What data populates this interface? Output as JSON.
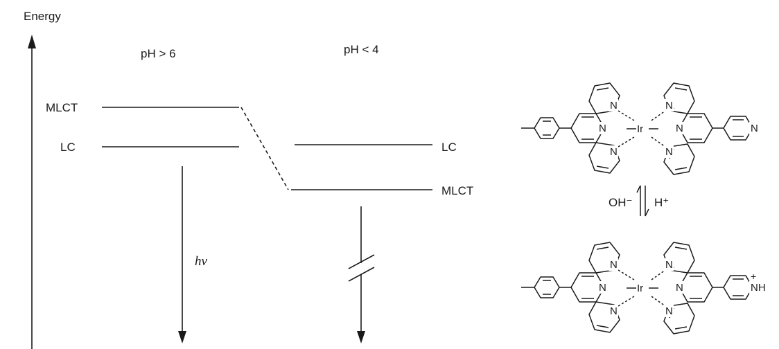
{
  "diagram": {
    "axis_label": "Energy",
    "column_left": "pH > 6",
    "column_right": "pH < 4",
    "levels_left": {
      "upper": "MLCT",
      "lower": "LC"
    },
    "levels_right": {
      "upper": "LC",
      "lower": "MLCT"
    },
    "transition_label": "hν"
  },
  "structures": {
    "metal": "Ir",
    "nitrogen": "N",
    "protonated_n": "NH",
    "plus_charge": "+",
    "equilibrium": {
      "base": "OH⁻",
      "acid": "H⁺"
    }
  },
  "colors": {
    "ink": "#1a1a1a",
    "background": "#ffffff"
  }
}
